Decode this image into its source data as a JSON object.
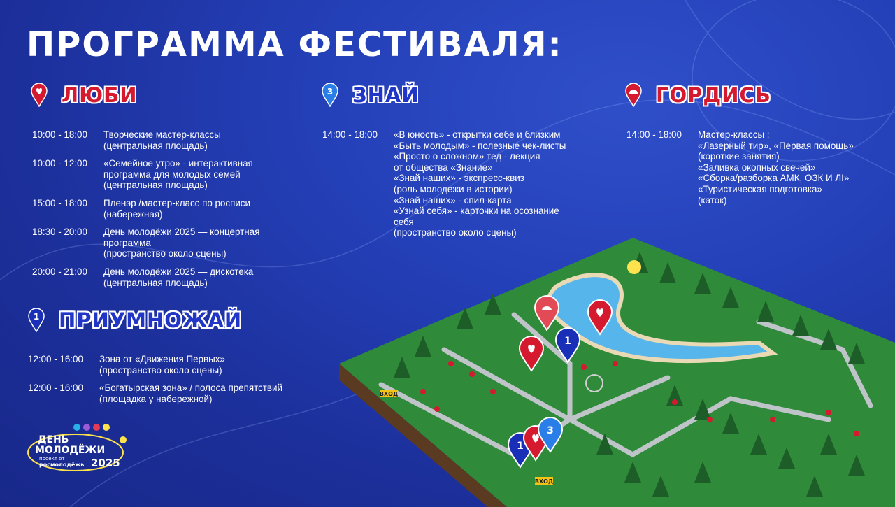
{
  "title": "ПРОГРАММА ФЕСТИВАЛЯ:",
  "colors": {
    "background": "#2440b8",
    "red": "#d51a2f",
    "blue": "#2136c7",
    "white": "#ffffff"
  },
  "sections": {
    "lyubi": {
      "label": "ЛЮБИ",
      "icon": "heart-pin-icon",
      "rows": [
        {
          "time": "10:00 - 18:00",
          "lines": [
            "Творческие мастер-классы",
            "(центральная площадь)"
          ]
        },
        {
          "time": "10:00 - 12:00",
          "lines": [
            "«Семейное утро» - интерактивная",
            "программа для молодых семей",
            "(центральная площадь)"
          ]
        },
        {
          "time": "15:00 - 18:00",
          "lines": [
            "Пленэр /мастер-класс по росписи",
            "(набережная)"
          ]
        },
        {
          "time": "18:30 - 20:00",
          "lines": [
            "День молодёжи 2025 — концертная",
            "программа",
            "(пространство около сцены)"
          ]
        },
        {
          "time": "20:00 - 21:00",
          "lines": [
            "День молодёжи 2025 — дискотека",
            "(центральная площадь)"
          ]
        }
      ]
    },
    "znai": {
      "label": "ЗНАЙ",
      "icon": "number-three-pin-icon",
      "rows": [
        {
          "time": "14:00 - 18:00",
          "lines": [
            "«В юность» - открытки себе и близким",
            "«Быть молодым» - полезные чек-листы",
            "«Просто о сложном» тед - лекция",
            "от общества «Знание»",
            "«Знай наших» - экспресс-квиз",
            "(роль молодежи в истории)",
            "«Знай наших» - спил-карта",
            "«Узнай себя» - карточки на осознание",
            "себя",
            "(пространство около сцены)"
          ]
        }
      ]
    },
    "gordis": {
      "label": "ГОРДИСЬ",
      "icon": "helmet-pin-icon",
      "rows": [
        {
          "time": "14:00 - 18:00",
          "lines": [
            "Мастер-классы :",
            "«Лазерный тир», «Первая помощь»",
            "(короткие занятия)",
            "«Заливка окопных свечей»",
            "«Сборка/разборка АМК, ОЗК И ЛI»",
            "«Туристическая подготовка»",
            "(каток)"
          ]
        }
      ]
    },
    "priumnozhai": {
      "label": "ПРИУМНОЖАЙ",
      "icon": "number-one-pin-icon",
      "rows": [
        {
          "time": "12:00 - 16:00",
          "lines": [
            "Зона от «Движения Первых»",
            "(пространство около сцены)"
          ]
        },
        {
          "time": "12:00 - 16:00",
          "lines": [
            "«Богатырская зона» / полоса препятствий",
            "(площадка у набережной)"
          ]
        }
      ]
    }
  },
  "map": {
    "entrance_labels": [
      "ВХОД",
      "ВХОД"
    ]
  },
  "logo": {
    "line1": "ДЕНЬ",
    "line2": "МОЛОДЁЖИ",
    "line3": "проект от",
    "line4": "росмолодёжь",
    "year": "2025"
  }
}
